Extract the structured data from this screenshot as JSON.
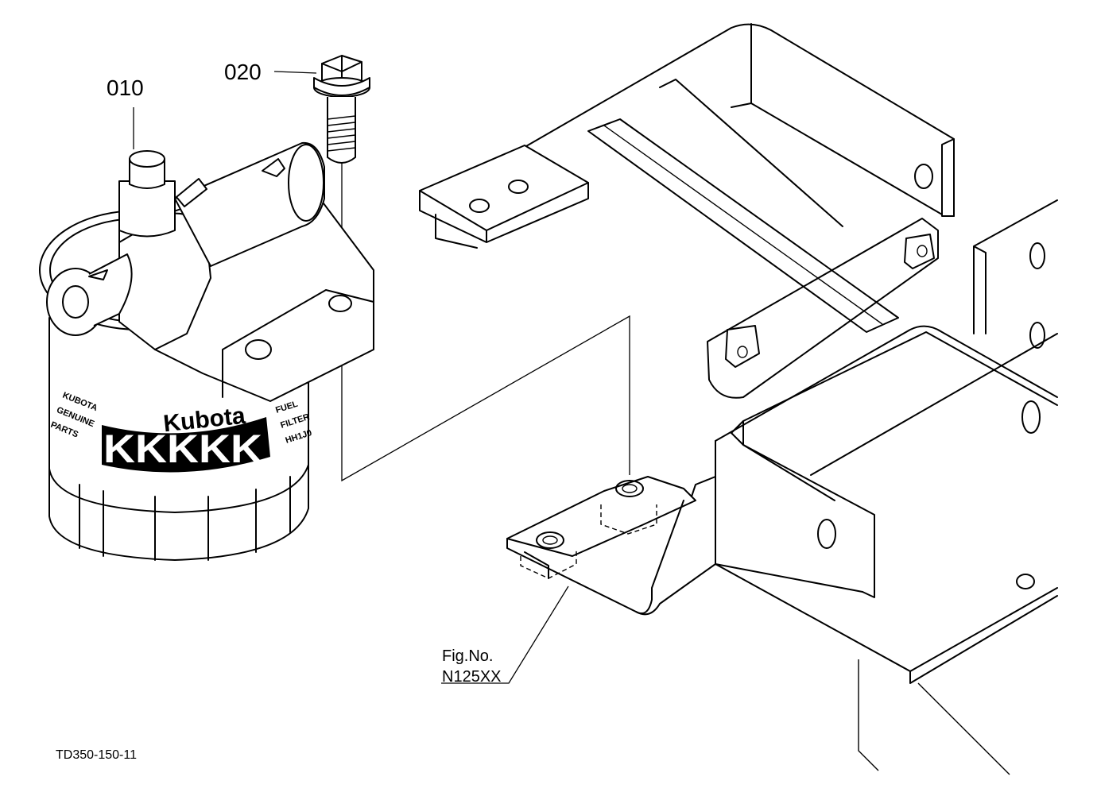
{
  "callouts": [
    {
      "id": "010",
      "label": "010"
    },
    {
      "id": "020",
      "label": "020"
    }
  ],
  "figure_ref": {
    "line1": "Fig.No.",
    "line2": "N125XX"
  },
  "drawing_code": "TD350-150-11",
  "filter_print": {
    "brand": "Kubota",
    "left_column": [
      "KUBOTA",
      "GENUINE",
      "PARTS"
    ],
    "right_column": [
      "FUEL",
      "FILTER",
      "HH1J0"
    ],
    "band": "KKKKK"
  }
}
